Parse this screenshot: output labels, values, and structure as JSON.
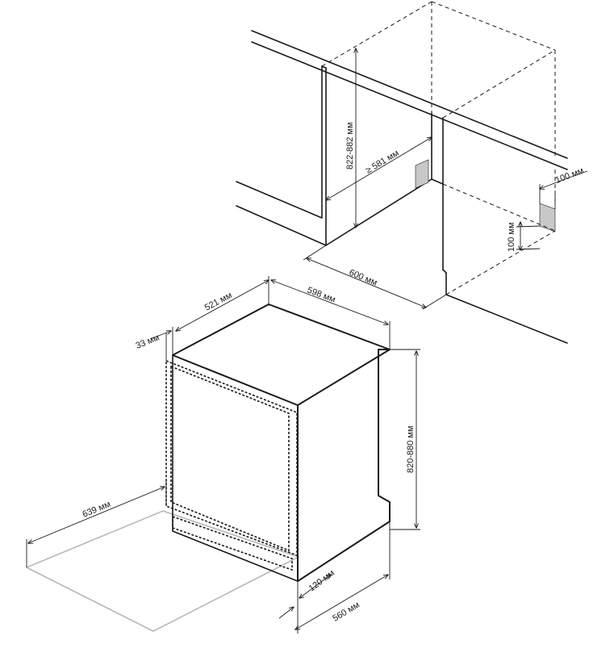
{
  "diagram": {
    "labels": {
      "cabinet_height": "822-882 мм",
      "cabinet_depth": "≥ 581 мм",
      "niche_width": "600 мм",
      "vent_width": "100 мм",
      "vent_height": "100 мм",
      "unit_depth": "521 мм",
      "unit_width": "598 мм",
      "door_offset": "33 мм",
      "unit_height": "820-880 мм",
      "door_swing": "639 мм",
      "plinth_gap": "120 мм",
      "base_depth": "560 мм"
    },
    "colors": {
      "line": "#1a1a1a",
      "floor_outline": "#b8b8b8",
      "vent_fill": "#c8c8c8"
    }
  }
}
